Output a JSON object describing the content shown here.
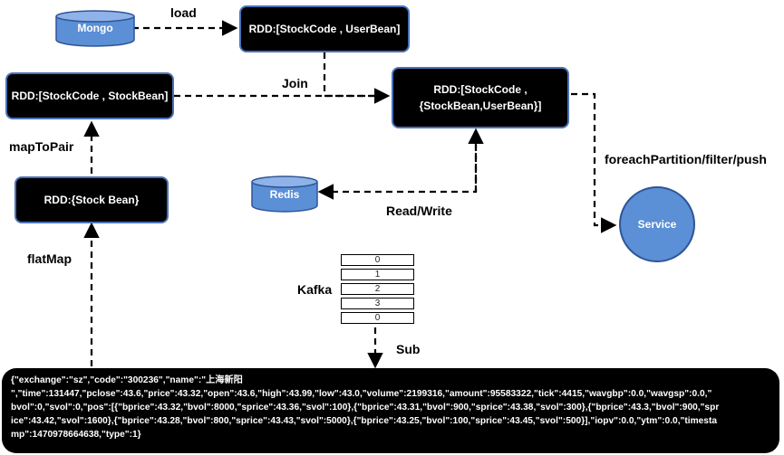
{
  "sources": {
    "mongo": "Mongo",
    "redis": "Redis"
  },
  "boxes": {
    "user_bean": "RDD:[StockCode , UserBean]",
    "stock_bean_pair": "RDD:[StockCode , StockBean]",
    "joined_line1": "RDD:[StockCode ,",
    "joined_line2": "{StockBean,UserBean}]",
    "stock_bean": "RDD:{Stock Bean}"
  },
  "service": "Service",
  "edges": {
    "load": "load",
    "join": "Join",
    "map_to_pair": "mapToPair",
    "flat_map": "flatMap",
    "read_write": "Read/Write",
    "foreach": "foreachPartition/filter/push",
    "sub": "Sub"
  },
  "kafka": {
    "label": "Kafka",
    "partitions": [
      "0",
      "1",
      "2",
      "3",
      "0"
    ]
  },
  "message_lines": [
    "{\"exchange\":\"sz\",\"code\":\"300236\",\"name\":\"上海新阳",
    "\",\"time\":131447,\"pclose\":43.6,\"price\":43.32,\"open\":43.6,\"high\":43.99,\"low\":43.0,\"volume\":2199316,\"amount\":95583322,\"tick\":4415,\"wavgbp\":0.0,\"wavgsp\":0.0,\"",
    "bvol\":0,\"svol\":0,\"pos\":[{\"bprice\":43.32,\"bvol\":8000,\"sprice\":43.36,\"svol\":100},{\"bprice\":43.31,\"bvol\":900,\"sprice\":43.38,\"svol\":300},{\"bprice\":43.3,\"bvol\":900,\"spr",
    "ice\":43.42,\"svol\":1600},{\"bprice\":43.28,\"bvol\":800,\"sprice\":43.43,\"svol\":5000},{\"bprice\":43.25,\"bvol\":100,\"sprice\":43.45,\"svol\":500}],\"iopv\":0.0,\"ytm\":0.0,\"timesta",
    "mp\":1470978664638,\"type\":1}"
  ],
  "colors": {
    "box_fill": "#000000",
    "box_border": "#4a72b8",
    "node_blue": "#5b8fd6",
    "node_border": "#2f5597"
  }
}
